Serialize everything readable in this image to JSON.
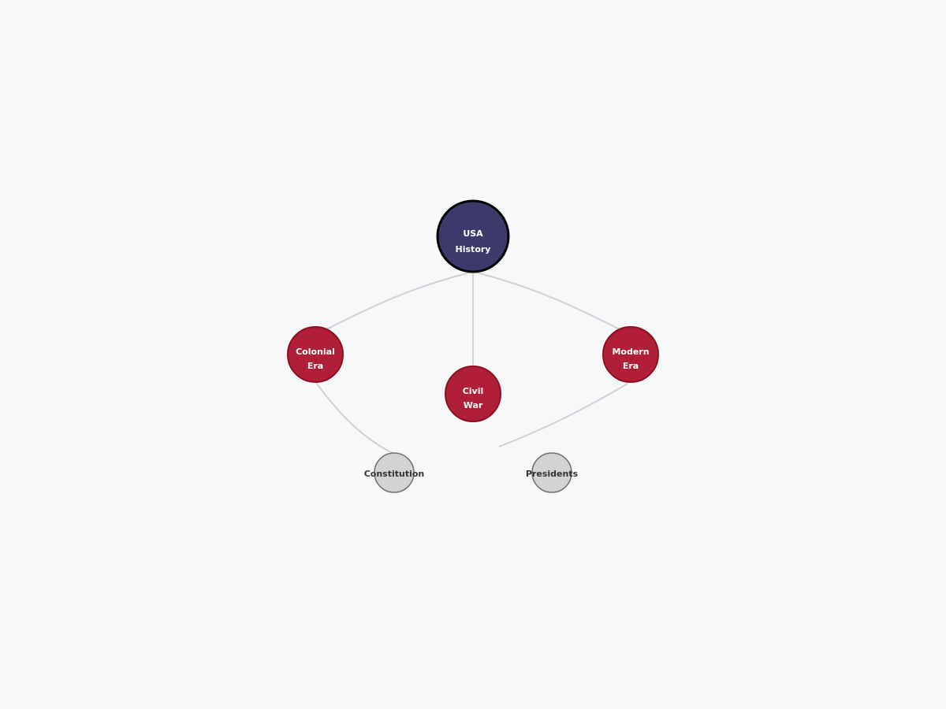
{
  "diagram": {
    "colors": {
      "background": "#f7f8fa",
      "edge": "#cfd0d4",
      "root_fill": "#3c3a6b",
      "root_stroke": "#000000",
      "branch_fill": "#b01e38",
      "branch_stroke": "#8f0f22",
      "leaf_fill": "#d3d3d3",
      "leaf_stroke": "#6e6e6e",
      "light_text": "#ffffff",
      "dark_text": "#333333"
    },
    "nodes": {
      "root": {
        "line1": "USA",
        "line2": "History"
      },
      "colonial": {
        "line1": "Colonial",
        "line2": "Era"
      },
      "civil": {
        "line1": "Civil",
        "line2": "War"
      },
      "modern": {
        "line1": "Modern",
        "line2": "Era"
      },
      "constitution": {
        "label": "Constitution"
      },
      "presidents": {
        "label": "Presidents"
      }
    }
  }
}
